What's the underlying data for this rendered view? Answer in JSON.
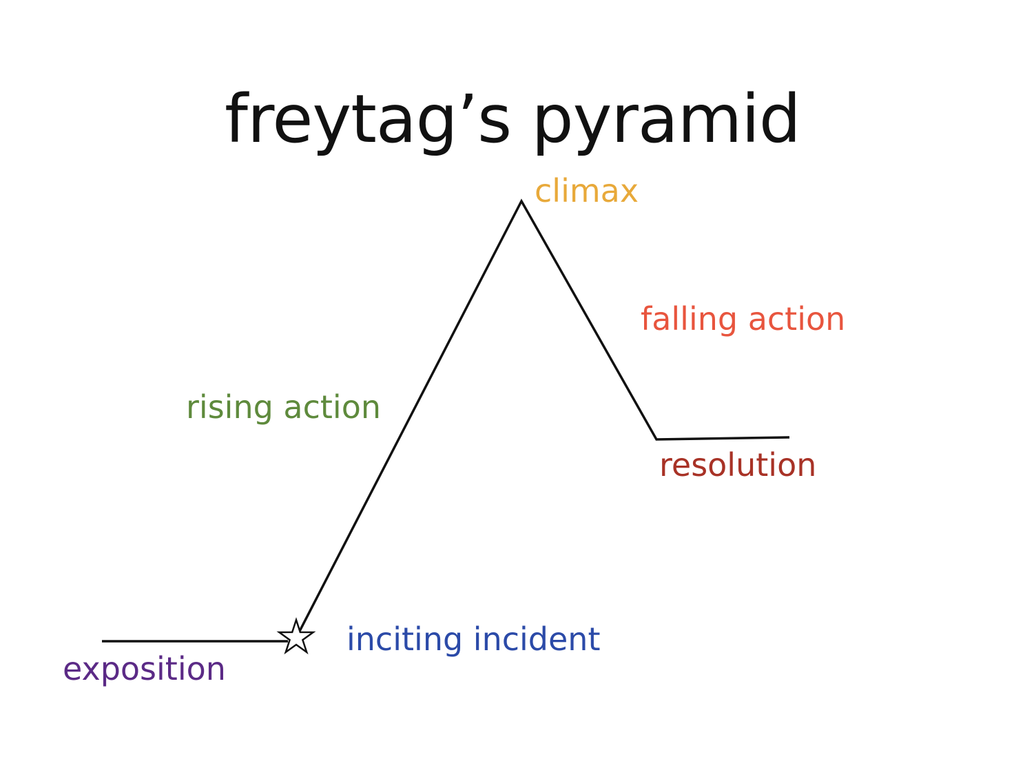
{
  "title": "freytag’s pyramid",
  "labels": {
    "exposition": "exposition",
    "inciting_incident": "inciting incident",
    "rising_action": "rising action",
    "climax": "climax",
    "falling_action": "falling action",
    "resolution": "resolution"
  },
  "colors": {
    "title": "#111111",
    "line": "#111111",
    "exposition": "#5b2a86",
    "inciting_incident": "#2b4aa8",
    "rising_action": "#5e8a3c",
    "climax": "#e8a93a",
    "falling_action": "#e8553e",
    "resolution": "#a83226"
  },
  "icons": {
    "inciting_marker": "star-icon"
  }
}
